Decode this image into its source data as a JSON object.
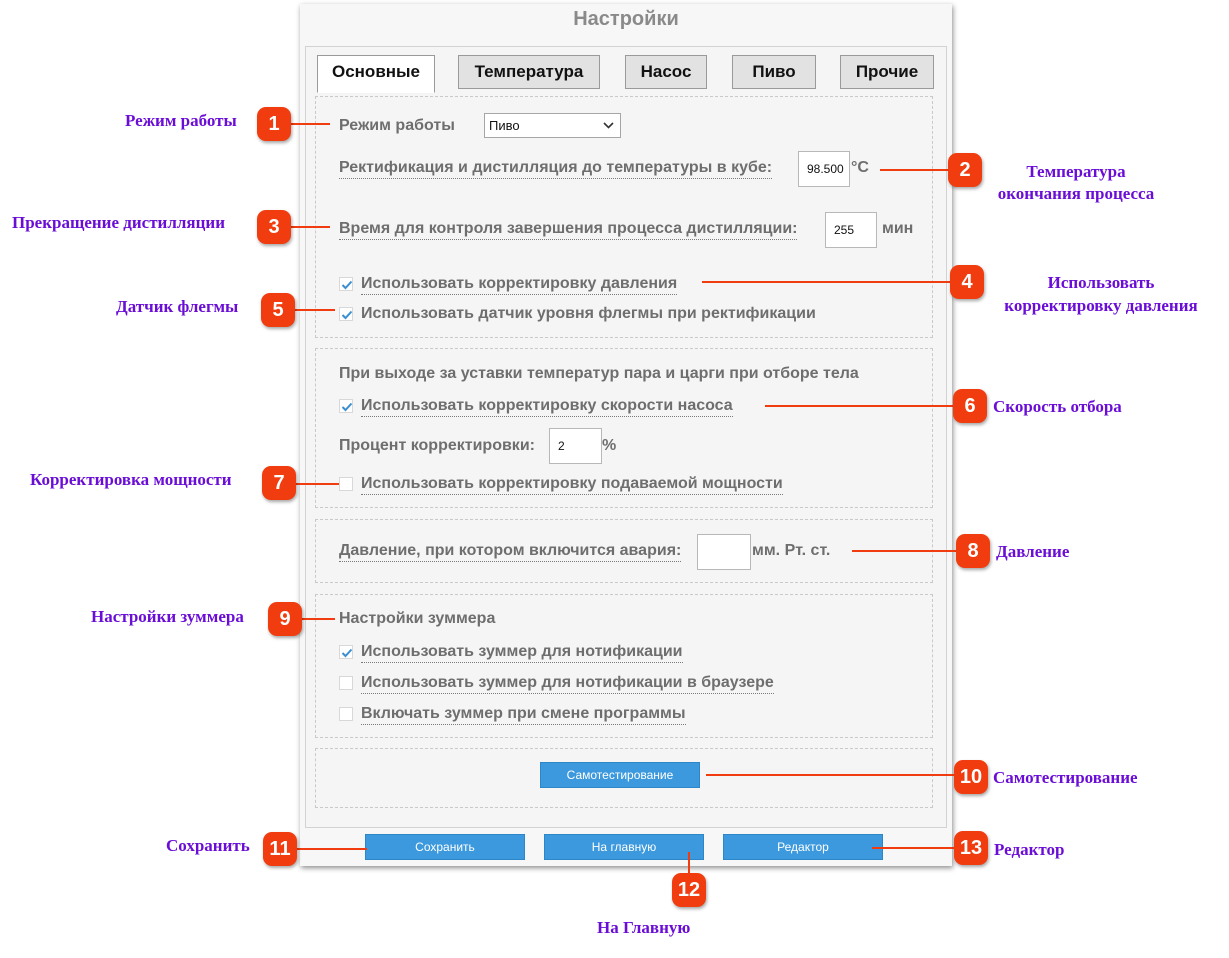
{
  "window": {
    "title": "Настройки"
  },
  "tabs": [
    {
      "label": "Основные"
    },
    {
      "label": "Температура"
    },
    {
      "label": "Насос"
    },
    {
      "label": "Пиво"
    },
    {
      "label": "Прочие"
    }
  ],
  "section1": {
    "mode_label": "Режим работы",
    "mode_value": "Пиво",
    "rect_label": "Ректификация и дистилляция до температуры в кубе:",
    "rect_value": "98.500",
    "rect_unit": "°C",
    "time_label": "Время для контроля завершения процесса дистилляции:",
    "time_value": "255",
    "time_unit": "мин",
    "pressure_corr_label": "Использовать корректировку давления",
    "pressure_corr_checked": true,
    "phlegm_label": "Использовать датчик уровня флегмы при ректификации",
    "phlegm_checked": true
  },
  "section2": {
    "heading": "При выходе за уставки температур пара и царги при отборе тела",
    "pump_corr_label": "Использовать корректировку скорости насоса",
    "pump_corr_checked": true,
    "percent_label": "Процент корректировки:",
    "percent_value": "2",
    "percent_unit": "%",
    "power_corr_label": "Использовать корректировку подаваемой мощности",
    "power_corr_checked": false
  },
  "section3": {
    "alarm_label": "Давление, при котором включится авария:",
    "alarm_value": "",
    "alarm_unit": "мм. Рт. ст."
  },
  "section4": {
    "heading": "Настройки зуммера",
    "buzzer_notify_label": "Использовать зуммер для нотификации",
    "buzzer_notify_checked": true,
    "buzzer_browser_label": "Использовать зуммер для нотификации в браузере",
    "buzzer_browser_checked": false,
    "buzzer_program_label": "Включать зуммер при смене программы",
    "buzzer_program_checked": false
  },
  "section5": {
    "selftest_label": "Самотестирование"
  },
  "footer": {
    "save_label": "Сохранить",
    "home_label": "На главную",
    "editor_label": "Редактор"
  },
  "annotations": {
    "a1": "Режим работы",
    "a2_line1": "Температура",
    "a2_line2": "окончания процесса",
    "a3": "Прекращение дистилляции",
    "a4_line1": "Использовать",
    "a4_line2": "корректировку  давления",
    "a5": "Датчик флегмы",
    "a6": "Скорость отбора",
    "a7": "Корректировка мощности",
    "a8": "Давление",
    "a9": "Настройки зуммера",
    "a10": "Самотестирование",
    "a11": "Сохранить",
    "a12": "На Главную",
    "a13": "Редактор"
  },
  "badges": [
    "1",
    "2",
    "3",
    "4",
    "5",
    "6",
    "7",
    "8",
    "9",
    "10",
    "11",
    "12",
    "13"
  ],
  "colors": {
    "accent_button": "#3c99dd",
    "annotation_text": "#6a0dd6",
    "badge": "#f03c0e",
    "check": "#3a8fd0"
  }
}
